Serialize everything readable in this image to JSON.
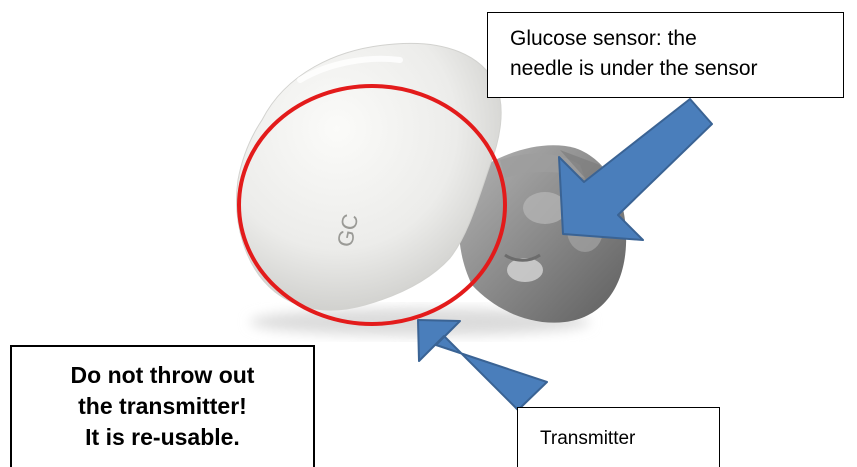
{
  "labels": {
    "sensor_line1": "Glucose sensor: the",
    "sensor_line2": "needle is under the sensor",
    "transmitter": "Transmitter",
    "warning_line1": "Do not throw out",
    "warning_line2": "the transmitter!",
    "warning_line3": "It is re-usable.",
    "device_logo": "GC"
  },
  "colors": {
    "highlight_circle": "#e31b1b",
    "arrow_fill": "#4a7ebb",
    "arrow_stroke": "#3a6394",
    "device_body": "#ececec",
    "sensor_housing": "#8d8d8d"
  }
}
